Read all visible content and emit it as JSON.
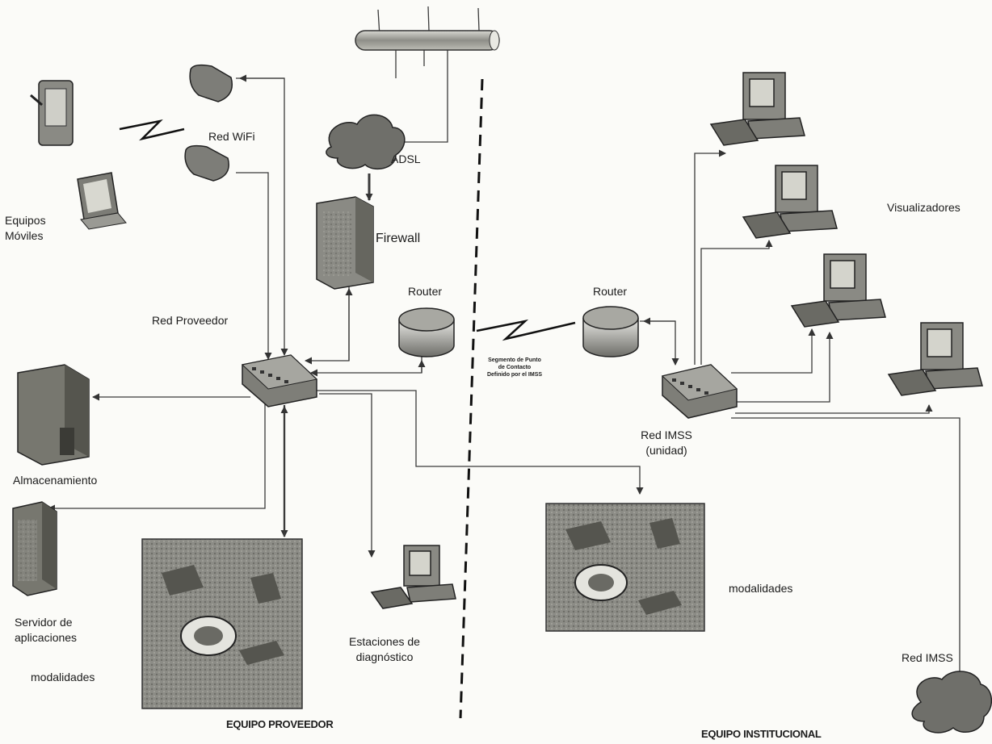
{
  "labels": {
    "red_wifi": "Red WiFi",
    "adsl": "ADSL",
    "equipos_moviles": "Equipos\nMóviles",
    "firewall": "Firewall",
    "router_left": "Router",
    "router_right": "Router",
    "red_proveedor": "Red Proveedor",
    "segmento": "Segmento de Punto\nde Contacto\nDefinido por el IMSS",
    "red_imss_unidad": "Red IMSS\n(unidad)",
    "visualizadores": "Visualizadores",
    "almacenamiento": "Almacenamiento",
    "servidor": "Servidor de\naplicaciones",
    "modalidades_left": "modalidades",
    "estaciones": "Estaciones de\ndiagnóstico",
    "modalidades_right": "modalidades",
    "red_imss": "Red IMSS",
    "equipo_proveedor": "EQUIPO PROVEEDOR",
    "equipo_institucional": "EQUIPO INSTITUCIONAL"
  },
  "icons": [
    "pda-icon",
    "wireless-link-icon",
    "access-point-icon",
    "laptop-icon",
    "backbone-bus-icon",
    "cloud-icon",
    "firewall-icon",
    "router-icon",
    "switch-icon",
    "server-icon",
    "workstation-icon",
    "medical-equipment-icon"
  ]
}
